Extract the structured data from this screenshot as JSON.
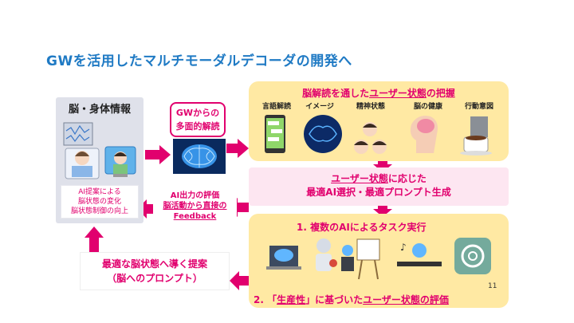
{
  "title": "GWを活用したマルチモーダルデコーダの開発へ",
  "left_panel": {
    "header": "脳・身体情報",
    "note_lines": [
      "AI提案による",
      "脳状態の変化",
      "脳状態制御の向上"
    ]
  },
  "gw": {
    "label_lines": [
      "GWからの",
      "多面的解読"
    ]
  },
  "feedback": {
    "lines": [
      "AI出力の評価",
      "脳活動から直接の",
      "Feedback"
    ]
  },
  "top_panel": {
    "header_pre": "脳解読を通した",
    "header_u": "ユーザー状態",
    "header_post": "の把握",
    "categories": [
      "言語解読",
      "イメージ",
      "精神状態",
      "脳の健康",
      "行動意図"
    ]
  },
  "mid": {
    "line1_u": "ユーザー状態",
    "line1_post": "に応じた",
    "line2": "最適AI選択・最適プロンプト生成"
  },
  "bottom_panel": {
    "item1": "1.  複数のAIによるタスク実行",
    "item2_pre": "2.  「",
    "item2_u": "生産性",
    "item2_mid": "」に基づいた",
    "item2_u2": "ユーザー状態の評価",
    "page": "11"
  },
  "prompt": {
    "line1": "最適な脳状態へ導く提案",
    "line2": "（脳へのプロンプト）"
  },
  "colors": {
    "accent": "#e1006e",
    "title": "#1f7ac4",
    "yellow": "#ffe9a3",
    "pink": "#fde6f1",
    "arrow": "#e1006e"
  }
}
